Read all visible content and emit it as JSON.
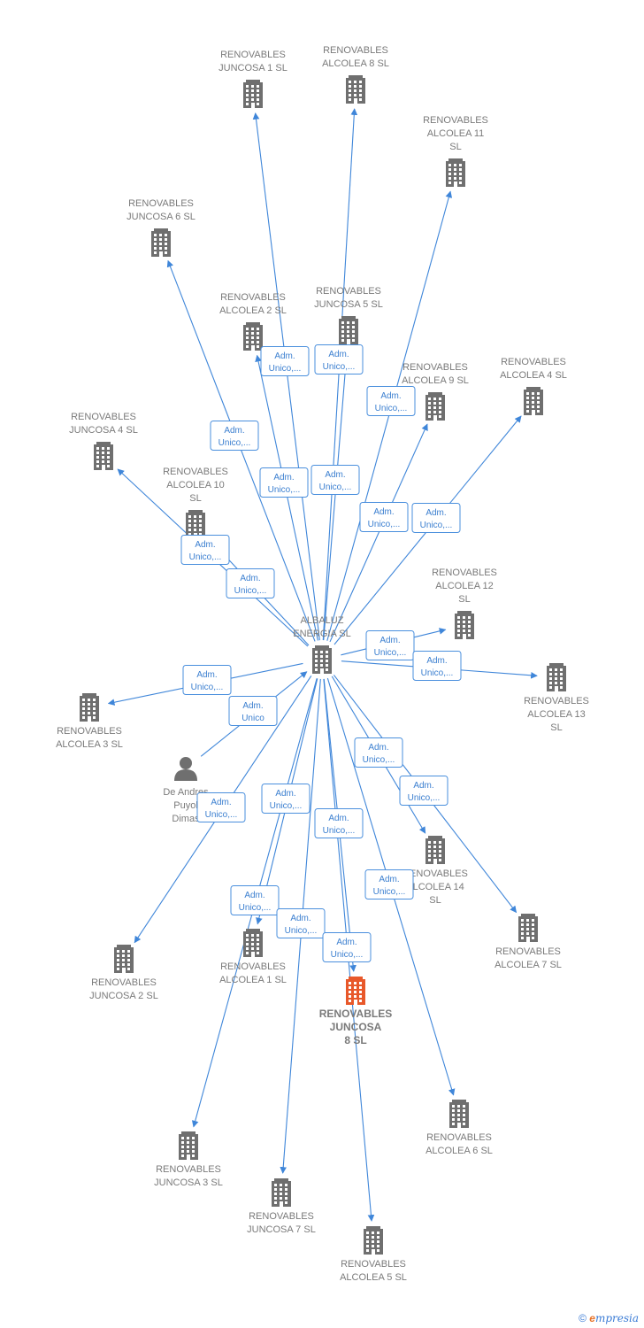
{
  "colors": {
    "edge": "#3f86d9",
    "node": "#6f6f6f",
    "focus": "#e8582a",
    "label": "#7a7a7a",
    "edgeLabel": "#3b7fd0"
  },
  "nodes": [
    {
      "id": "albaluz",
      "label": [
        "ALBALUZ",
        "ENERGIA  SL"
      ],
      "type": "company"
    },
    {
      "id": "j1",
      "label": [
        "RENOVABLES",
        "JUNCOSA 1  SL"
      ],
      "type": "company"
    },
    {
      "id": "a8",
      "label": [
        "RENOVABLES",
        "ALCOLEA 8  SL"
      ],
      "type": "company"
    },
    {
      "id": "a11",
      "label": [
        "RENOVABLES",
        "ALCOLEA 11",
        "SL"
      ],
      "type": "company"
    },
    {
      "id": "j6",
      "label": [
        "RENOVABLES",
        "JUNCOSA 6  SL"
      ],
      "type": "company"
    },
    {
      "id": "a2",
      "label": [
        "RENOVABLES",
        "ALCOLEA 2  SL"
      ],
      "type": "company"
    },
    {
      "id": "j5",
      "label": [
        "RENOVABLES",
        "JUNCOSA 5  SL"
      ],
      "type": "company"
    },
    {
      "id": "a9",
      "label": [
        "RENOVABLES",
        "ALCOLEA 9  SL"
      ],
      "type": "company"
    },
    {
      "id": "a4",
      "label": [
        "RENOVABLES",
        "ALCOLEA 4  SL"
      ],
      "type": "company"
    },
    {
      "id": "j4",
      "label": [
        "RENOVABLES",
        "JUNCOSA 4  SL"
      ],
      "type": "company"
    },
    {
      "id": "a10",
      "label": [
        "RENOVABLES",
        "ALCOLEA 10",
        "SL"
      ],
      "type": "company"
    },
    {
      "id": "a12",
      "label": [
        "RENOVABLES",
        "ALCOLEA 12",
        "SL"
      ],
      "type": "company"
    },
    {
      "id": "a13",
      "label": [
        "RENOVABLES",
        "ALCOLEA 13",
        "SL"
      ],
      "type": "company"
    },
    {
      "id": "a3",
      "label": [
        "RENOVABLES",
        "ALCOLEA 3  SL"
      ],
      "type": "company"
    },
    {
      "id": "person",
      "label": [
        "De Andres",
        "Puyol",
        "Dimas"
      ],
      "type": "person"
    },
    {
      "id": "a14",
      "label": [
        "RENOVABLES",
        "ALCOLEA 14",
        "SL"
      ],
      "type": "company"
    },
    {
      "id": "a7",
      "label": [
        "RENOVABLES",
        "ALCOLEA 7  SL"
      ],
      "type": "company"
    },
    {
      "id": "j2",
      "label": [
        "RENOVABLES",
        "JUNCOSA 2  SL"
      ],
      "type": "company"
    },
    {
      "id": "a1",
      "label": [
        "RENOVABLES",
        "ALCOLEA 1  SL"
      ],
      "type": "company"
    },
    {
      "id": "j8",
      "label": [
        "RENOVABLES",
        "JUNCOSA",
        "8  SL"
      ],
      "type": "focus"
    },
    {
      "id": "a6",
      "label": [
        "RENOVABLES",
        "ALCOLEA 6  SL"
      ],
      "type": "company"
    },
    {
      "id": "j3",
      "label": [
        "RENOVABLES",
        "JUNCOSA 3  SL"
      ],
      "type": "company"
    },
    {
      "id": "j7",
      "label": [
        "RENOVABLES",
        "JUNCOSA 7  SL"
      ],
      "type": "company"
    },
    {
      "id": "a5",
      "label": [
        "RENOVABLES",
        "ALCOLEA 5  SL"
      ],
      "type": "company"
    }
  ],
  "edges": [
    {
      "from": "albaluz",
      "to": "j1",
      "label": [
        "Adm.",
        "Unico,..."
      ]
    },
    {
      "from": "albaluz",
      "to": "a8",
      "label": [
        "Adm.",
        "Unico,..."
      ]
    },
    {
      "from": "albaluz",
      "to": "a11",
      "label": [
        "Adm.",
        "Unico,..."
      ]
    },
    {
      "from": "albaluz",
      "to": "j6",
      "label": [
        "Adm.",
        "Unico,..."
      ]
    },
    {
      "from": "albaluz",
      "to": "a2",
      "label": [
        "Adm.",
        "Unico,..."
      ]
    },
    {
      "from": "albaluz",
      "to": "j5",
      "label": [
        "Adm.",
        "Unico,..."
      ]
    },
    {
      "from": "albaluz",
      "to": "a9",
      "label": [
        "Adm.",
        "Unico,..."
      ]
    },
    {
      "from": "albaluz",
      "to": "a4",
      "label": [
        "Adm.",
        "Unico,..."
      ]
    },
    {
      "from": "albaluz",
      "to": "j4",
      "label": [
        "Adm.",
        "Unico,..."
      ]
    },
    {
      "from": "albaluz",
      "to": "a10",
      "label": [
        "Adm.",
        "Unico,..."
      ]
    },
    {
      "from": "albaluz",
      "to": "a12",
      "label": [
        "Adm.",
        "Unico,..."
      ]
    },
    {
      "from": "albaluz",
      "to": "a13",
      "label": [
        "Adm.",
        "Unico,..."
      ]
    },
    {
      "from": "albaluz",
      "to": "a3",
      "label": [
        "Adm.",
        "Unico,..."
      ]
    },
    {
      "from": "person",
      "to": "albaluz",
      "label": [
        "Adm.",
        "Unico"
      ]
    },
    {
      "from": "albaluz",
      "to": "a14",
      "label": [
        "Adm.",
        "Unico,..."
      ]
    },
    {
      "from": "albaluz",
      "to": "a7",
      "label": [
        "Adm.",
        "Unico,..."
      ]
    },
    {
      "from": "albaluz",
      "to": "j2",
      "label": [
        "Adm.",
        "Unico,..."
      ]
    },
    {
      "from": "albaluz",
      "to": "a1",
      "label": [
        "Adm.",
        "Unico,..."
      ]
    },
    {
      "from": "albaluz",
      "to": "j8",
      "label": [
        "Adm.",
        "Unico,..."
      ]
    },
    {
      "from": "albaluz",
      "to": "a6",
      "label": [
        "Adm.",
        "Unico,..."
      ]
    },
    {
      "from": "albaluz",
      "to": "j3",
      "label": [
        "Adm.",
        "Unico,..."
      ]
    },
    {
      "from": "albaluz",
      "to": "j7",
      "label": [
        "Adm.",
        "Unico,..."
      ]
    },
    {
      "from": "albaluz",
      "to": "a5",
      "label": [
        "Adm.",
        "Unico,..."
      ]
    }
  ],
  "footer": {
    "copyright": "©",
    "brand_first": "e",
    "brand_rest": "mpresia"
  }
}
